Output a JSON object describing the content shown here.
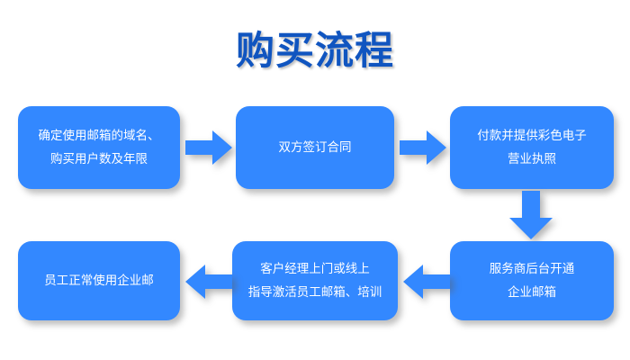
{
  "diagram": {
    "title": "购买流程",
    "title_color": "#1055c0",
    "node_color": "#3388ff",
    "arrow_color": "#3388ff",
    "background_color": "#ffffff",
    "text_color": "#ffffff",
    "nodes": [
      {
        "id": "node-1",
        "step": 1,
        "lines": [
          "确定使用邮箱的域名、",
          "购买用户数及年限"
        ]
      },
      {
        "id": "node-2",
        "step": 2,
        "lines": [
          "双方签订合同"
        ]
      },
      {
        "id": "node-3",
        "step": 3,
        "lines": [
          "付款并提供彩色电子",
          "营业执照"
        ]
      },
      {
        "id": "node-4",
        "step": 4,
        "lines": [
          "服务商后台开通",
          "企业邮箱"
        ]
      },
      {
        "id": "node-5",
        "step": 5,
        "lines": [
          "客户经理上门或线上",
          "指导激活员工邮箱、培训"
        ]
      },
      {
        "id": "node-6",
        "step": 6,
        "lines": [
          "员工正常使用企业邮"
        ]
      }
    ],
    "arrows": [
      {
        "id": "arrow-1",
        "direction": "right",
        "from": "node-1",
        "to": "node-2"
      },
      {
        "id": "arrow-2",
        "direction": "right",
        "from": "node-2",
        "to": "node-3"
      },
      {
        "id": "arrow-3",
        "direction": "down",
        "from": "node-3",
        "to": "node-4"
      },
      {
        "id": "arrow-4",
        "direction": "left",
        "from": "node-4",
        "to": "node-5"
      },
      {
        "id": "arrow-5",
        "direction": "left",
        "from": "node-5",
        "to": "node-6"
      }
    ]
  }
}
